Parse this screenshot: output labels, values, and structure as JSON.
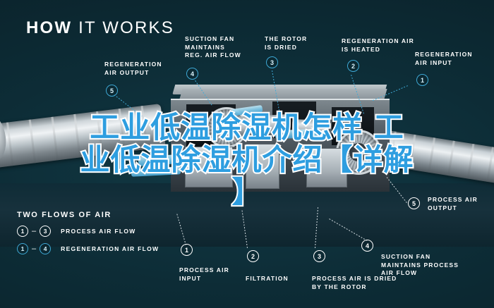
{
  "header": {
    "title_bold": "HOW",
    "title_rest": " IT WORKS"
  },
  "overlay": {
    "line1": "工业低温除湿机怎样 工",
    "line2": "业低温除湿机介绍【详解",
    "line3": "】",
    "color": "#2e9ee0",
    "outline_color": "#ffffff"
  },
  "legend": {
    "title": "TWO FLOWS OF AIR",
    "rows": [
      {
        "from": "1",
        "to": "3",
        "label": "PROCESS AIR FLOW",
        "style": "white"
      },
      {
        "from": "1",
        "to": "4",
        "label": "REGENERATION AIR FLOW",
        "style": "cyan"
      }
    ],
    "separator": "–"
  },
  "callouts": [
    {
      "id": "regeneration-air-output",
      "number": "5",
      "label": "REGENERATION\nAIR OUTPUT",
      "style": "cyan"
    },
    {
      "id": "suction-fan-reg",
      "number": "4",
      "label": "SUCTION FAN\nMAINTAINS\nREG. AIR FLOW",
      "style": "cyan"
    },
    {
      "id": "rotor-is-dried",
      "number": "3",
      "label": "THE ROTOR\nIS DRIED",
      "style": "cyan"
    },
    {
      "id": "regeneration-air-heated",
      "number": "2",
      "label": "REGENERATION AIR\nIS HEATED",
      "style": "cyan"
    },
    {
      "id": "regeneration-air-input",
      "number": "1",
      "label": "REGENERATION\nAIR INPUT",
      "style": "cyan"
    },
    {
      "id": "process-air-output",
      "number": "5",
      "label": "PROCESS AIR\nOUTPUT",
      "style": "white"
    },
    {
      "id": "suction-fan-process",
      "number": "4",
      "label": "SUCTION FAN\nMAINTAINS PROCESS\nAIR FLOW",
      "style": "white"
    },
    {
      "id": "process-air-input",
      "number": "1",
      "label": "PROCESS AIR\nINPUT",
      "style": "white"
    },
    {
      "id": "filtration",
      "number": "2",
      "label": "FILTRATION",
      "style": "white"
    },
    {
      "id": "process-air-dried",
      "number": "3",
      "label": "PROCESS AIR IS DRIED\nBY THE ROTOR",
      "style": "white"
    }
  ],
  "colors": {
    "background": "#0d2d37",
    "accent_cyan": "#3ea9d6",
    "text_white": "#ffffff"
  }
}
